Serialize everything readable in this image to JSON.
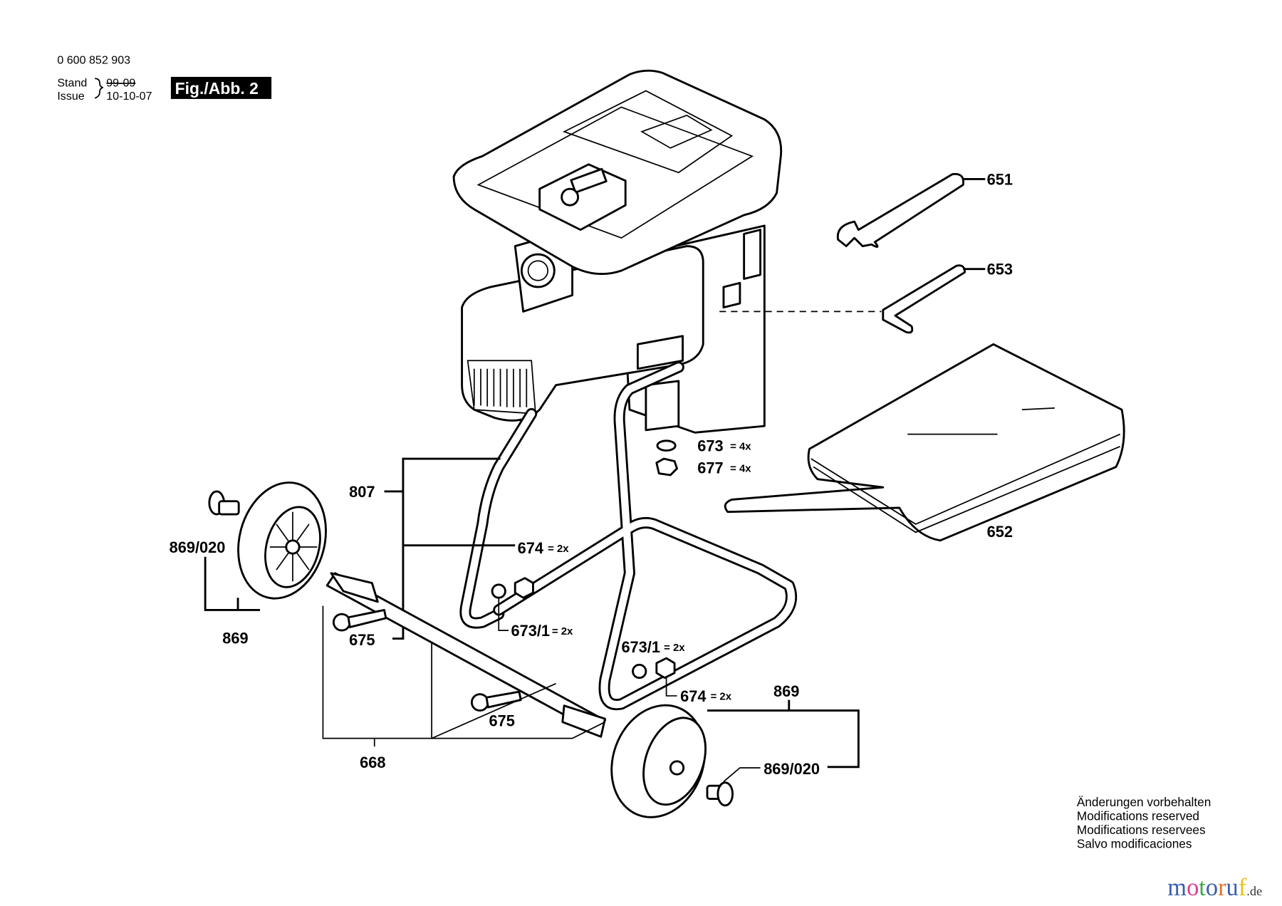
{
  "header": {
    "part_number": "0 600 852 903",
    "stand_label": "Stand",
    "issue_label": "Issue",
    "stand_value": "99-09",
    "issue_value": "10-10-07",
    "figure_label": "Fig./Abb. 2"
  },
  "callouts": {
    "c651": "651",
    "c653": "653",
    "c652": "652",
    "c673": "673",
    "c673_qty": "= 4x",
    "c677": "677",
    "c677_qty": "= 4x",
    "c807": "807",
    "c674a": "674",
    "c674a_qty": "= 2x",
    "c869_020a": "869/020",
    "c869a": "869",
    "c675a": "675",
    "c673_1a": "673/1",
    "c673_1a_qty": "= 2x",
    "c673_1b": "673/1",
    "c673_1b_qty": "= 2x",
    "c674b": "674",
    "c674b_qty": "= 2x",
    "c869b": "869",
    "c675b": "675",
    "c869_020b": "869/020",
    "c668": "668"
  },
  "footer": {
    "notes": [
      "Änderungen vorbehalten",
      "Modifications reserved",
      "Modifications reservees",
      "Salvo modificaciones"
    ],
    "watermark": "motoruf.de"
  }
}
